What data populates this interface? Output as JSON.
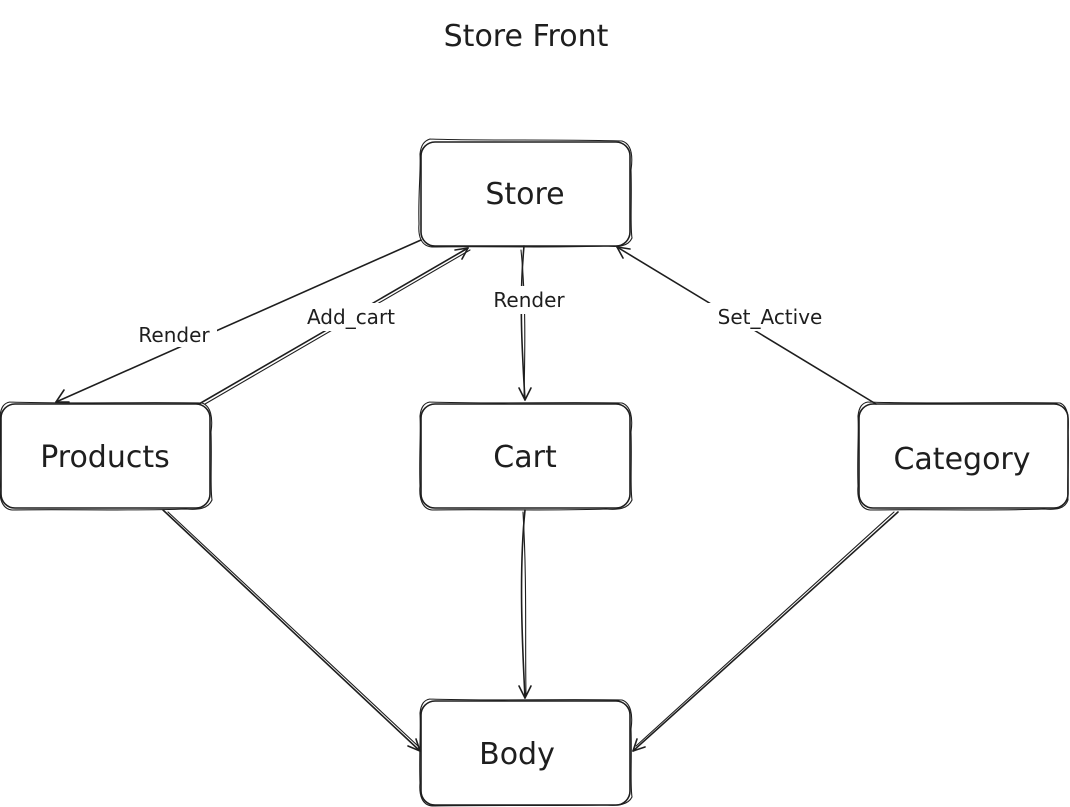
{
  "diagram": {
    "title": "Store Front",
    "nodes": [
      {
        "id": "store",
        "label": "Store"
      },
      {
        "id": "products",
        "label": "Products"
      },
      {
        "id": "cart",
        "label": "Cart"
      },
      {
        "id": "category",
        "label": "Category"
      },
      {
        "id": "body",
        "label": "Body"
      }
    ],
    "edges": [
      {
        "id": "store-products",
        "from": "store",
        "to": "products",
        "label": "Render"
      },
      {
        "id": "products-store",
        "from": "products",
        "to": "store",
        "label": "Add_cart"
      },
      {
        "id": "store-cart",
        "from": "store",
        "to": "cart",
        "label": "Render"
      },
      {
        "id": "category-store",
        "from": "category",
        "to": "store",
        "label": "Set_Active"
      },
      {
        "id": "products-body",
        "from": "products",
        "to": "body",
        "label": ""
      },
      {
        "id": "cart-body",
        "from": "cart",
        "to": "body",
        "label": ""
      },
      {
        "id": "category-body",
        "from": "category",
        "to": "body",
        "label": ""
      }
    ]
  }
}
